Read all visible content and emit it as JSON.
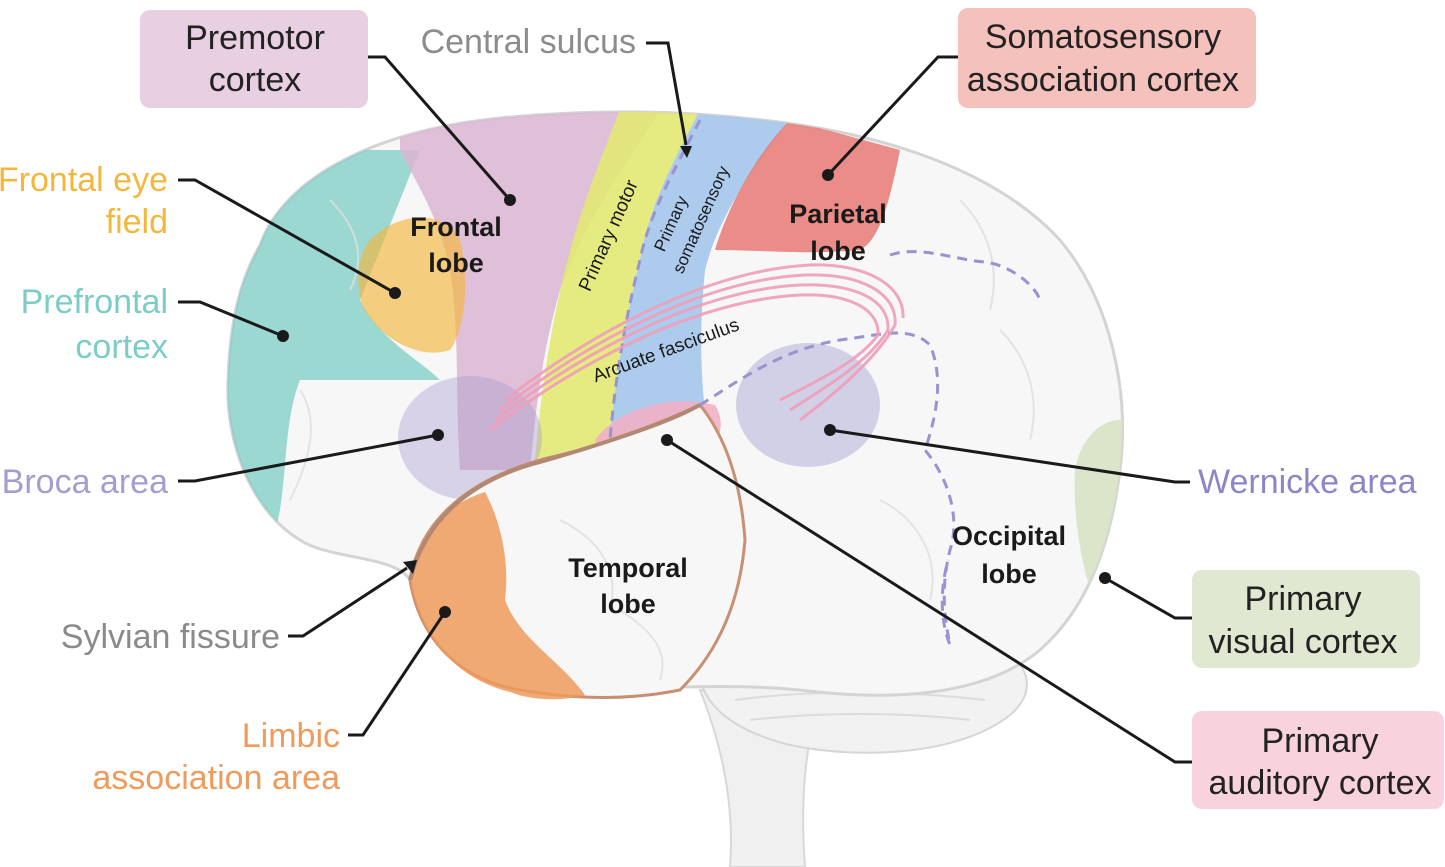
{
  "colors": {
    "premotor": "#dcb6d2",
    "frontal_eye_field": "#f3b73d",
    "prefrontal": "#7ccdc5",
    "broca": "#a79ccf",
    "sylvian": "#8a8a8a",
    "limbic": "#ef9b5c",
    "central_sulcus": "#8c8c8c",
    "somatosensory_assoc": "#e8807a",
    "wernicke": "#8c86c9",
    "primary_visual": "#d7e2c3",
    "primary_auditory": "#f2b0c4",
    "primary_motor": "#e2e973",
    "primary_somatosensory": "#a8c8ec"
  },
  "labels": {
    "premotor_l1": "Premotor",
    "premotor_l2": "cortex",
    "central_sulcus": "Central sulcus",
    "somato_assoc_l1": "Somatosensory",
    "somato_assoc_l2": "association cortex",
    "frontal_eye_l1": "Frontal eye",
    "frontal_eye_l2": "field",
    "prefrontal_l1": "Prefrontal",
    "prefrontal_l2": "cortex",
    "broca": "Broca area",
    "wernicke": "Wernicke area",
    "sylvian": "Sylvian fissure",
    "limbic_l1": "Limbic",
    "limbic_l2": "association area",
    "primary_visual_l1": "Primary",
    "primary_visual_l2": "visual cortex",
    "primary_auditory_l1": "Primary",
    "primary_auditory_l2": "auditory cortex"
  },
  "regions": {
    "frontal_l1": "Frontal",
    "frontal_l2": "lobe",
    "parietal_l1": "Parietal",
    "parietal_l2": "lobe",
    "temporal_l1": "Temporal",
    "temporal_l2": "lobe",
    "occipital_l1": "Occipital",
    "occipital_l2": "lobe",
    "primary_motor": "Primary motor",
    "primary_somato_l1": "Primary",
    "primary_somato_l2": "somatosensory",
    "arcuate": "Arcuate fasciculus"
  }
}
